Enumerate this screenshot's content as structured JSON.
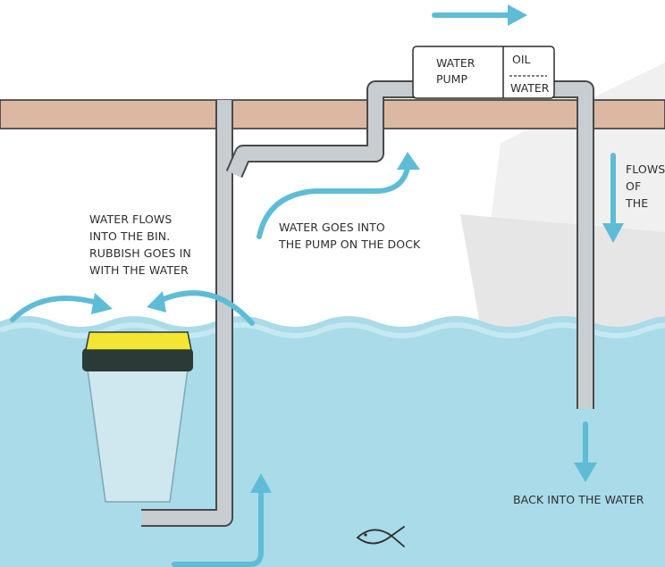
{
  "pump": {
    "water_pump_label": "WATER\nPUMP",
    "oil_label": "OIL",
    "water_label": "WATER"
  },
  "labels": {
    "bin_text": "WATER FLOWS\nINTO THE BIN.\nRUBBISH GOES IN\nWITH THE WATER",
    "pump_text": "WATER GOES INTO\nTHE PUMP ON THE DOCK",
    "flows_text": "FLOWS\nOF THE",
    "back_text": "BACK INTO THE WATER"
  },
  "colors": {
    "water": "#a9dbe9",
    "dock": "#dcb8a3",
    "pipe": "#c8cdd1",
    "arrow": "#5fbcd6",
    "bin_lid": "#f3e532",
    "bin_rim": "#2b3a36"
  }
}
